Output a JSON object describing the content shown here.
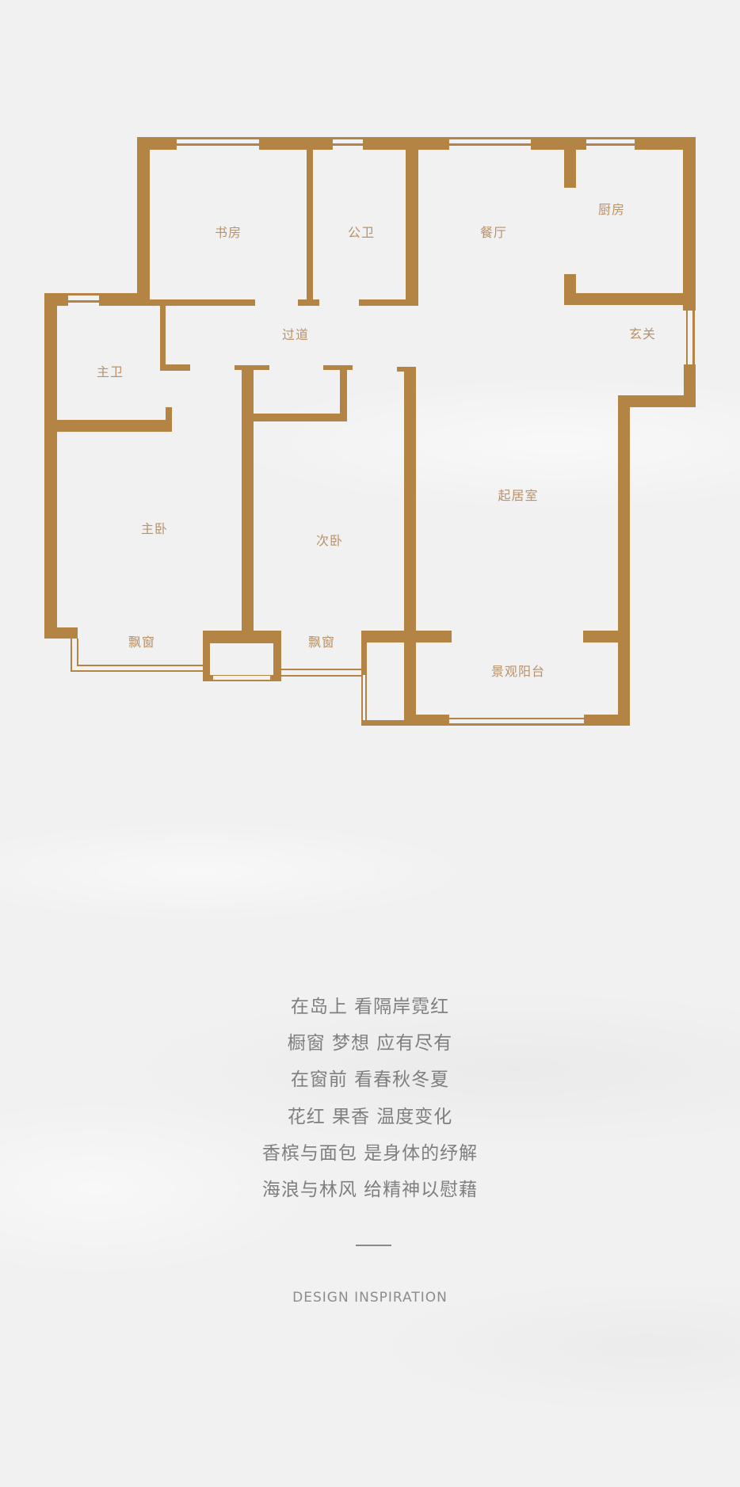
{
  "floor_plan": {
    "wall_color": "#b38443",
    "label_color": "#b8926a",
    "rooms": [
      {
        "id": "study",
        "label": "书房"
      },
      {
        "id": "guest-bath",
        "label": "公卫"
      },
      {
        "id": "dining",
        "label": "餐厅"
      },
      {
        "id": "kitchen",
        "label": "厨房"
      },
      {
        "id": "hallway",
        "label": "过道"
      },
      {
        "id": "foyer",
        "label": "玄关"
      },
      {
        "id": "master-bath",
        "label": "主卫"
      },
      {
        "id": "master-bedroom",
        "label": "主卧"
      },
      {
        "id": "second-bedroom",
        "label": "次卧"
      },
      {
        "id": "living-room",
        "label": "起居室"
      },
      {
        "id": "bay-window-master",
        "label": "飘窗"
      },
      {
        "id": "bay-window-second",
        "label": "飘窗"
      },
      {
        "id": "balcony",
        "label": "景观阳台"
      }
    ]
  },
  "poem": {
    "lines": [
      "在岛上 看隔岸霓红",
      "橱窗 梦想 应有尽有",
      "在窗前 看春秋冬夏",
      "花红 果香 温度变化",
      "香槟与面包 是身体的纾解",
      "海浪与林风 给精神以慰藉"
    ],
    "text_color": "#7f7f7f"
  },
  "footer": {
    "caption": "DESIGN INSPIRATION"
  }
}
